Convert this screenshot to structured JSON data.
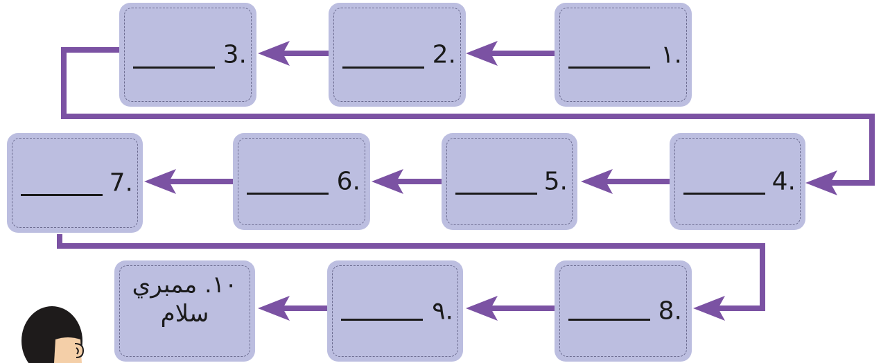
{
  "colors": {
    "card_fill": "#bcbee0",
    "card_dash": "#6b6b8f",
    "connector": "#7b52a3",
    "text": "#1a1a1a"
  },
  "steps": [
    {
      "number": "١."
    },
    {
      "number": "2."
    },
    {
      "number": "3."
    },
    {
      "number": "4."
    },
    {
      "number": "5."
    },
    {
      "number": "6."
    },
    {
      "number": "7."
    },
    {
      "number": "8."
    },
    {
      "number": "٩."
    },
    {
      "number": "١٠.",
      "line1": "١٠. ممبري",
      "line2": "سلام"
    }
  ],
  "icons": {
    "character": "boy-head-icon",
    "arrow": "arrow-left-icon"
  }
}
